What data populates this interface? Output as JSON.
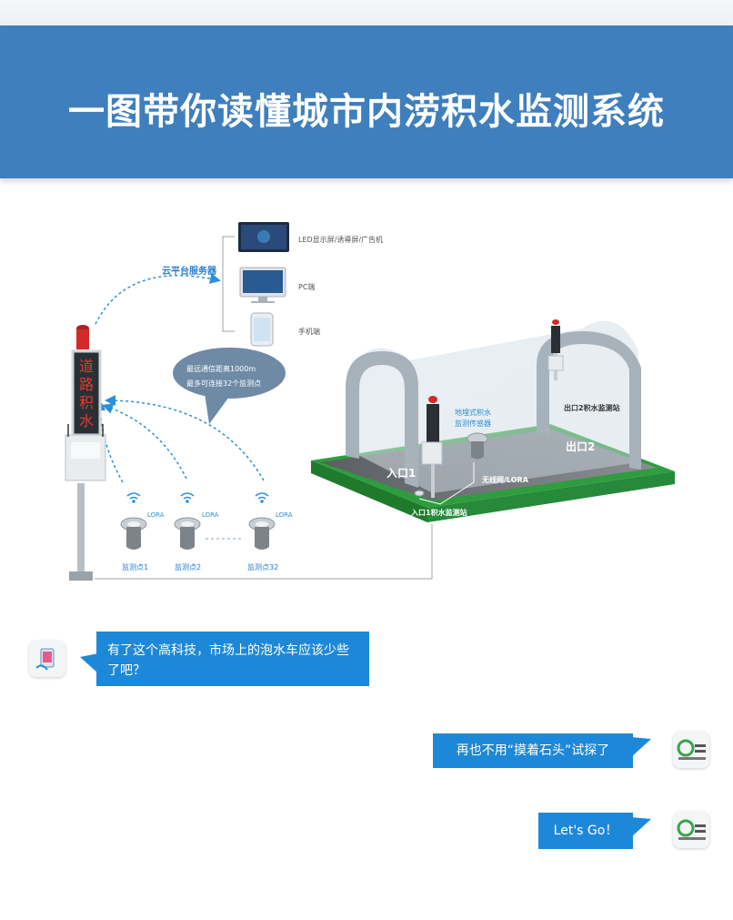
{
  "title": "一图带你读懂城市内涝积水监测系统",
  "diagram": {
    "cloud_label": "云平台服务器",
    "devices": [
      "LED显示屏/诱導屏/广告机",
      "PC端",
      "手机端"
    ],
    "range_note": [
      "最远通信距离1000m",
      "最多可连接32个监测点"
    ],
    "lora": "LORA",
    "monitor_points": [
      "监测点1",
      "监测点2",
      "监测点32"
    ],
    "ground_sensor": [
      "地埋式积水",
      "监测传感器"
    ],
    "exit2_station": "出口2积水监测站",
    "exit2": "出口2",
    "entrance1": "入口1",
    "wireless": "无线网/LORA",
    "entrance1_station": "入口1积水监测站",
    "screen_text": [
      "道",
      "路",
      "积",
      "水"
    ]
  },
  "chat": {
    "q1": "有了这个高科技，市场上的泡水车应该少些了吧？",
    "a1": "再也不用“摸着石头”试探了",
    "a2": "Let's Go！"
  },
  "colors": {
    "banner": "#3f7fbd",
    "bubble": "#1e88d8",
    "ground": "#2e9d3e"
  }
}
